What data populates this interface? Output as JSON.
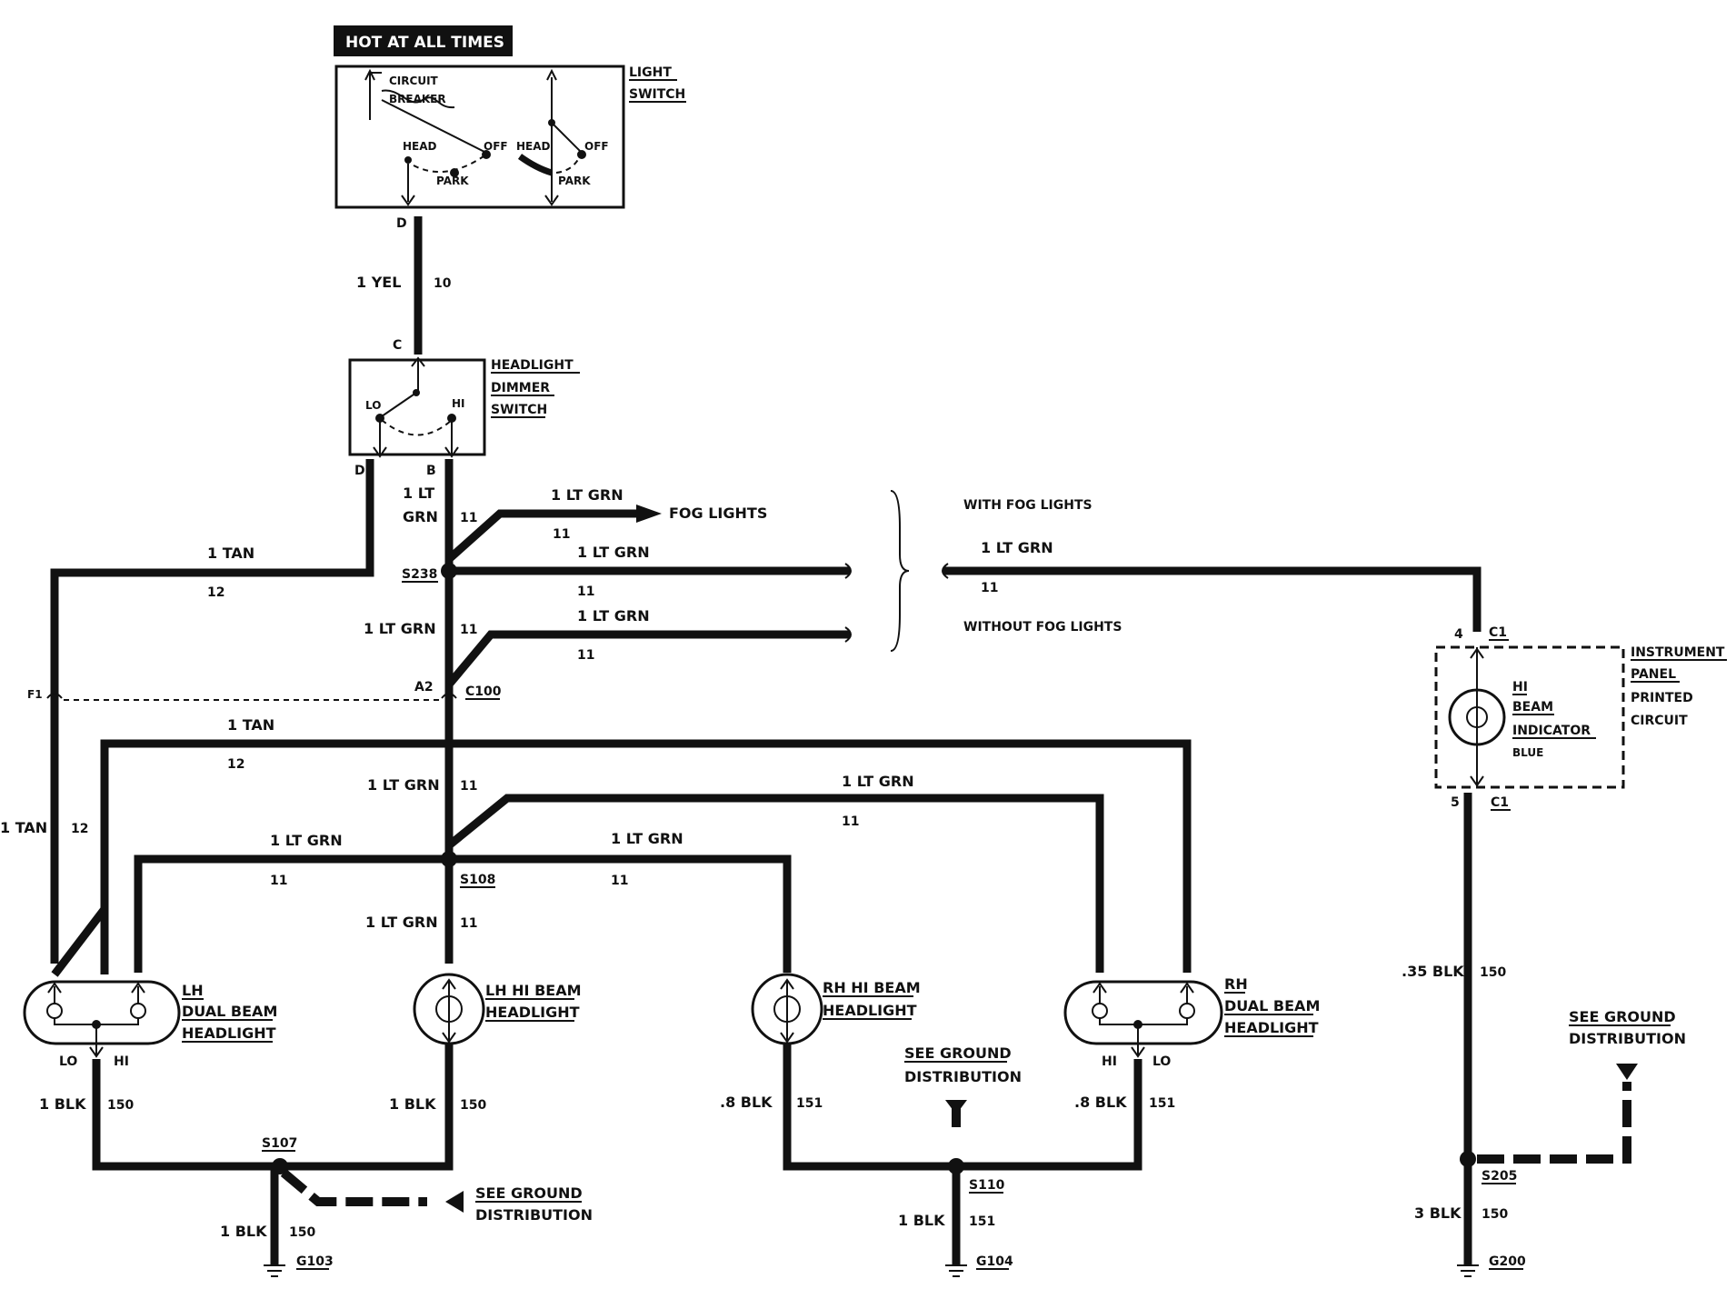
{
  "header": {
    "hot_at_all_times": "HOT AT ALL TIMES"
  },
  "light_switch": {
    "title_line1": "LIGHT",
    "title_line2": "SWITCH",
    "circuit_breaker_line1": "CIRCUIT",
    "circuit_breaker_line2": "BREAKER",
    "head_left": "HEAD",
    "off_left": "OFF",
    "park_left": "PARK",
    "head_right": "HEAD",
    "off_right": "OFF",
    "park_right": "PARK",
    "terminal": "D"
  },
  "wire_yel": {
    "color": "1 YEL",
    "circuit": "10"
  },
  "dimmer_switch": {
    "title_line1": "HEADLIGHT",
    "title_line2": "DIMMER",
    "title_line3": "SWITCH",
    "lo": "LO",
    "hi": "HI",
    "terminal_in": "C",
    "terminal_lo": "D",
    "terminal_hi": "B"
  },
  "wires": {
    "tan_top_color": "1 TAN",
    "tan_top_circuit": "12",
    "grn_b_color_line1": "1 LT",
    "grn_b_color_line2": "GRN",
    "grn_b_circuit": "11",
    "fog_color": "1 LT GRN",
    "fog_circuit": "11",
    "fog_label": "FOG LIGHTS",
    "with_fog_color": "1 LT GRN",
    "with_fog_circuit": "11",
    "without_fog_color": "1 LT GRN",
    "without_fog_circuit": "11",
    "splice_s238": "S238",
    "grn_mid_color": "1 LT GRN",
    "grn_mid_circuit": "11",
    "with_fog_lights": "WITH FOG LIGHTS",
    "without_fog_lights": "WITHOUT FOG LIGHTS",
    "ip_feed_color": "1 LT GRN",
    "ip_feed_circuit": "11",
    "conn_f1": "F1",
    "conn_a2": "A2",
    "conn_c100": "C100",
    "tan_mid_color": "1 TAN",
    "tan_mid_circuit": "12",
    "tan_left_color": "1 TAN",
    "tan_left_circuit": "12",
    "grn_trunk_color": "1 LT GRN",
    "grn_trunk_circuit": "11",
    "grn_rh_dual_color": "1 LT GRN",
    "grn_rh_dual_circuit": "11",
    "grn_lh_color": "1 LT GRN",
    "grn_lh_circuit": "11",
    "grn_rh_hi_color": "1 LT GRN",
    "grn_rh_hi_circuit": "11",
    "splice_s108": "S108",
    "grn_lh_hi_color": "1 LT GRN",
    "grn_lh_hi_circuit": "11"
  },
  "headlights": {
    "lh_dual_line1": "LH",
    "lh_dual_line2": "DUAL BEAM",
    "lh_dual_line3": "HEADLIGHT",
    "lh_lo": "LO",
    "lh_hi": "HI",
    "lh_hi_beam_line1": "LH HI BEAM",
    "lh_hi_beam_line2": "HEADLIGHT",
    "rh_hi_beam_line1": "RH HI BEAM",
    "rh_hi_beam_line2": "HEADLIGHT",
    "rh_dual_line1": "RH",
    "rh_dual_line2": "DUAL BEAM",
    "rh_dual_line3": "HEADLIGHT",
    "rh_hi": "HI",
    "rh_lo": "LO"
  },
  "instrument_panel": {
    "title_line1": "INSTRUMENT",
    "title_line2": "PANEL",
    "title_line3": "PRINTED",
    "title_line4": "CIRCUIT",
    "indicator_line1": "HI",
    "indicator_line2": "BEAM",
    "indicator_line3": "INDICATOR",
    "indicator_color": "BLUE",
    "pin_top": "4",
    "conn_top": "C1",
    "pin_bottom": "5",
    "conn_bottom": "C1"
  },
  "grounds": {
    "lh_lo_color": "1 BLK",
    "lh_lo_circuit": "150",
    "lh_hi_beam_color": "1 BLK",
    "lh_hi_beam_circuit": "150",
    "splice_s107": "S107",
    "see_ground_s107_line1": "SEE GROUND",
    "see_ground_s107_line2": "DISTRIBUTION",
    "g103_color": "1 BLK",
    "g103_circuit": "150",
    "g103": "G103",
    "rh_hi_beam_color": ".8 BLK",
    "rh_hi_beam_circuit": "151",
    "rh_dual_color": ".8 BLK",
    "rh_dual_circuit": "151",
    "see_ground_s110_line1": "SEE GROUND",
    "see_ground_s110_line2": "DISTRIBUTION",
    "splice_s110": "S110",
    "g104_color": "1 BLK",
    "g104_circuit": "151",
    "g104": "G104",
    "ip_color": ".35 BLK",
    "ip_circuit": "150",
    "see_ground_s205_line1": "SEE GROUND",
    "see_ground_s205_line2": "DISTRIBUTION",
    "splice_s205": "S205",
    "g200_color": "3 BLK",
    "g200_circuit": "150",
    "g200": "G200"
  }
}
